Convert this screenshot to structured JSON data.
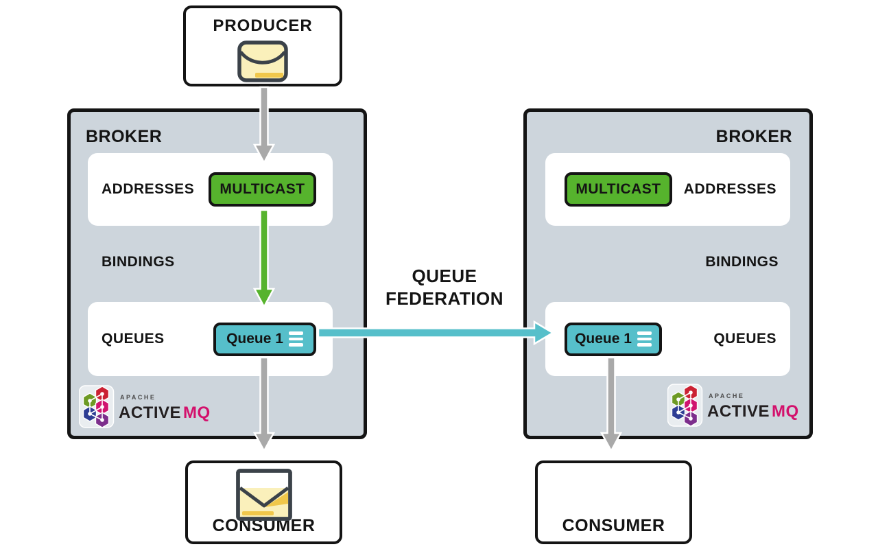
{
  "colors": {
    "broker_bg": "#cdd5dc",
    "panel_bg": "#ffffff",
    "outline": "#141414",
    "arrow_gray": "#a9a9a9",
    "arrow_green": "#56b32d",
    "badge_green": "#56b32d",
    "teal": "#56bfca",
    "envelope_yellow": "#faf0bb",
    "envelope_gold": "#f0c74b",
    "envelope_outline": "#3b4249",
    "logo_red": "#cb2133",
    "logo_green": "#6d9a24",
    "logo_pink": "#d01570",
    "logo_blue": "#2e3d94",
    "logo_purple": "#7c2e8c",
    "logo_mq": "#d3116c"
  },
  "producer": {
    "label": "PRODUCER"
  },
  "federation": {
    "line1": "QUEUE",
    "line2": "FEDERATION"
  },
  "brokers": {
    "left": {
      "title": "BROKER",
      "addresses_label": "ADDRESSES",
      "multicast_label": "MULTICAST",
      "bindings_label": "BINDINGS",
      "queues_label": "QUEUES",
      "queue_label": "Queue 1"
    },
    "right": {
      "title": "BROKER",
      "addresses_label": "ADDRESSES",
      "multicast_label": "MULTICAST",
      "bindings_label": "BINDINGS",
      "queues_label": "QUEUES",
      "queue_label": "Queue 1"
    }
  },
  "consumers": {
    "left": {
      "label": "CONSUMER"
    },
    "right": {
      "label": "CONSUMER"
    }
  },
  "logo": {
    "apache": "APACHE",
    "active": "ACTIVE",
    "mq": "MQ"
  }
}
